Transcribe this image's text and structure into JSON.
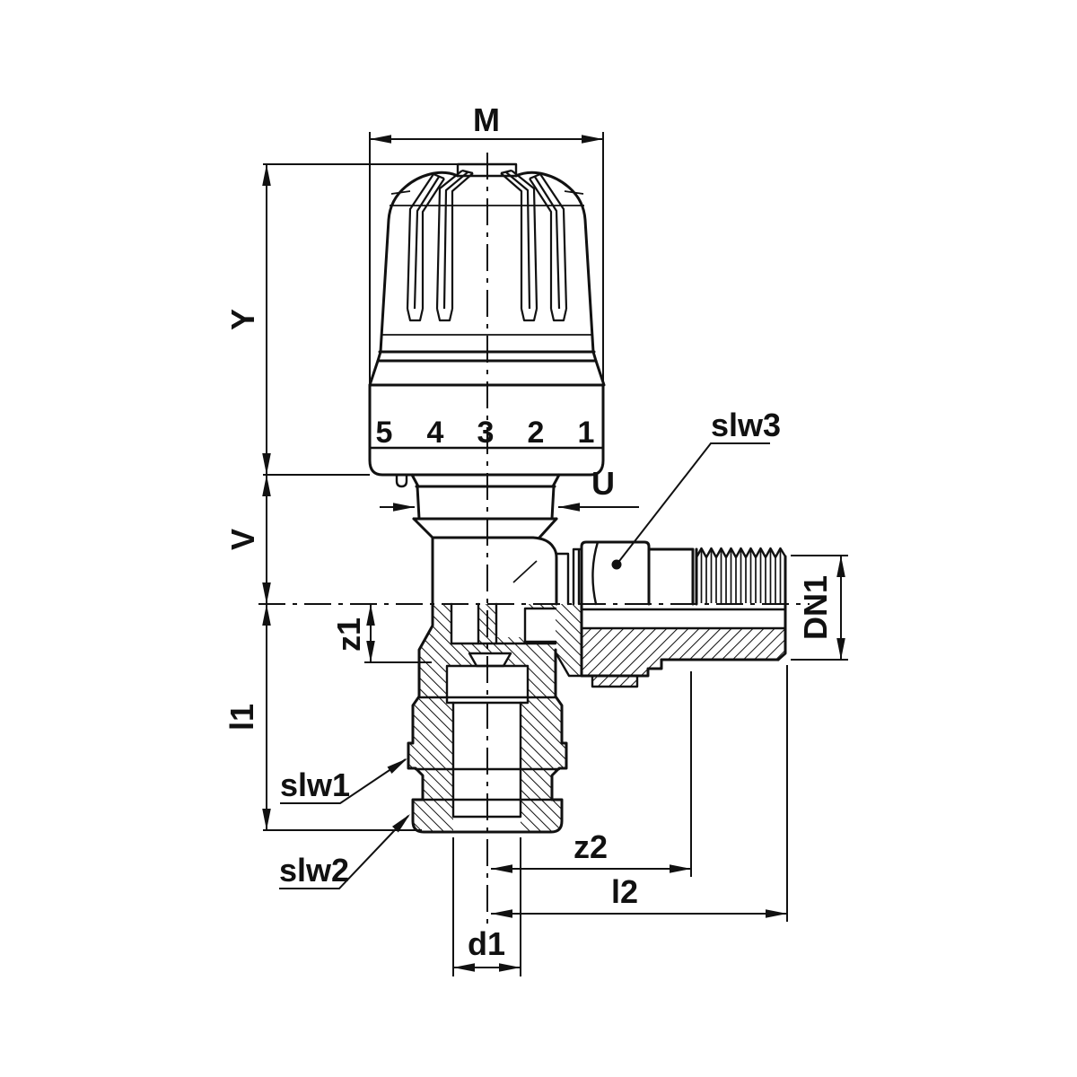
{
  "drawing": {
    "kind": "technical dimension drawing",
    "subject": "thermostatic radiator angle valve with sensor head, cross-section",
    "background_color": "#ffffff",
    "line_color": "#111111",
    "dial": {
      "numbers": [
        "5",
        "4",
        "3",
        "2",
        "1"
      ]
    },
    "labels": {
      "m": "M",
      "y": "Y",
      "v": "V",
      "u": "U",
      "z1": "z1",
      "l1": "l1",
      "slw1": "slw1",
      "slw2": "slw2",
      "slw3": "slw3",
      "dn1": "DN1",
      "z2": "z2",
      "l2": "l2",
      "d1": "d1"
    }
  }
}
